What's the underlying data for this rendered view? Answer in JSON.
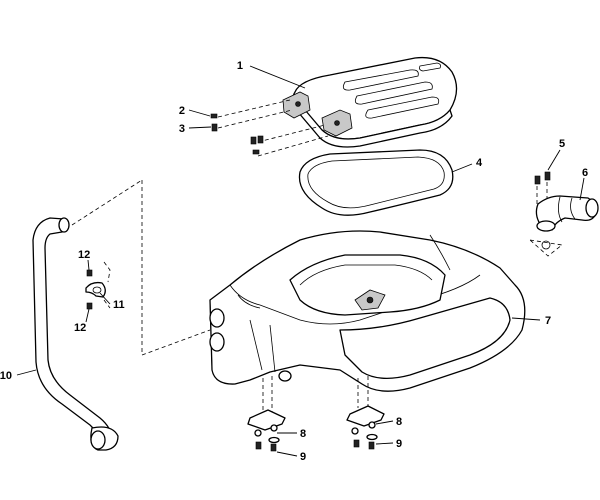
{
  "callouts": {
    "c1": "1",
    "c2": "2",
    "c3": "3",
    "c4": "4",
    "c5": "5",
    "c6": "6",
    "c7": "7",
    "c8a": "8",
    "c8b": "8",
    "c9a": "9",
    "c9b": "9",
    "c10": "10",
    "c11": "11",
    "c12a": "12",
    "c12b": "12"
  }
}
